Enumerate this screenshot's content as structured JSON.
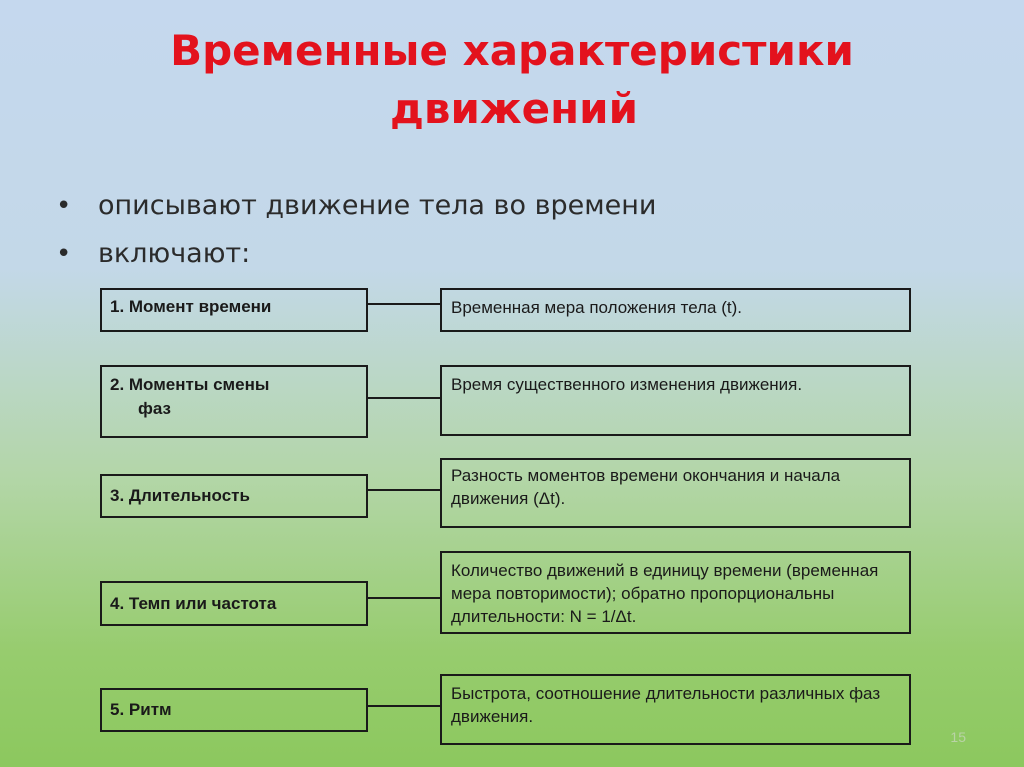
{
  "title": {
    "line1": "Временные характеристики",
    "line2": "движений"
  },
  "bullets": [
    "описывают движение тела во времени",
    "включают:"
  ],
  "rows": [
    {
      "term": "1. Момент времени",
      "definition": "Временная мера положения тела (t)."
    },
    {
      "term_line1": "2. Моменты смены",
      "term_line2": "фаз",
      "definition": "Время существенного изменения движения."
    },
    {
      "term": "3. Длительность",
      "definition": "Разность моментов времени окончания и начала движения (Δt)."
    },
    {
      "term": "4. Темп  или частота",
      "definition": "Количество движений в единицу времени (временная мера повторимости); обратно пропорциональны длительности: N = 1/Δt."
    },
    {
      "term": "5. Ритм",
      "definition": "Быстрота, соотношение длительности различных фаз движения."
    }
  ],
  "page_number": "15"
}
